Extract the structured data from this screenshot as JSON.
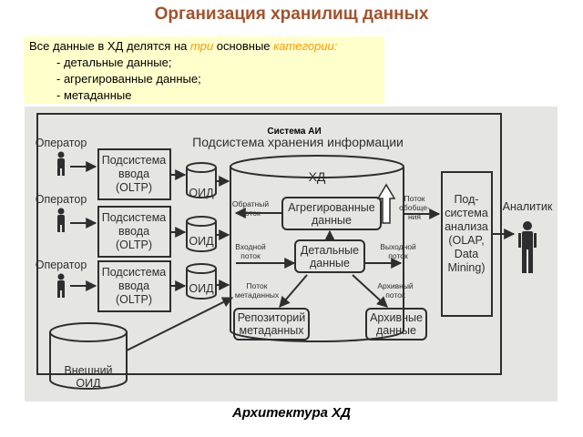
{
  "title": "Организация хранилищ данных",
  "colors": {
    "title": "#a0522d",
    "highlight": "#ff9900",
    "note_bg": "#ffffcc",
    "panel_bg": "#e5e5e2",
    "ink": "#2e2e2e"
  },
  "note": {
    "intro_before": "Все данные в ХД делятся на ",
    "intro_three": "три",
    "intro_middle": " основные ",
    "intro_categories": "категории:",
    "items": [
      "- детальные данные;",
      "- агрегированные данные;",
      "- метаданные"
    ]
  },
  "diagram": {
    "system_label": "Система АИ",
    "storage_subsystem": "Подсистема хранения информации",
    "operators": [
      "Оператор",
      "Оператор",
      "Оператор"
    ],
    "input_subsystem_lines": [
      "Подсистема",
      "ввода",
      "(OLTP)"
    ],
    "oid": "ОИД",
    "dw": "ХД",
    "aggregated": [
      "Агрегированные",
      "данные"
    ],
    "detailed": [
      "Детальные",
      "данные"
    ],
    "repository": [
      "Репозиторий",
      "метаданных"
    ],
    "archive": [
      "Архивные",
      "данные"
    ],
    "analysis_subsystem": [
      "Под-",
      "система",
      "анализа",
      "(OLAP,",
      "Data",
      "Mining)"
    ],
    "analyst": "Аналитик",
    "external_oid": [
      "Внешний",
      "ОИД"
    ],
    "flows": {
      "reverse": [
        "Обратный",
        "поток"
      ],
      "input": [
        "Входной",
        "поток"
      ],
      "output": [
        "Выходной",
        "поток"
      ],
      "metadata": [
        "Поток",
        "метаданных"
      ],
      "archive": [
        "Архивный",
        "поток"
      ],
      "generalization": [
        "Поток",
        "обобще-",
        "ния"
      ]
    }
  },
  "caption": "Архитектура ХД"
}
